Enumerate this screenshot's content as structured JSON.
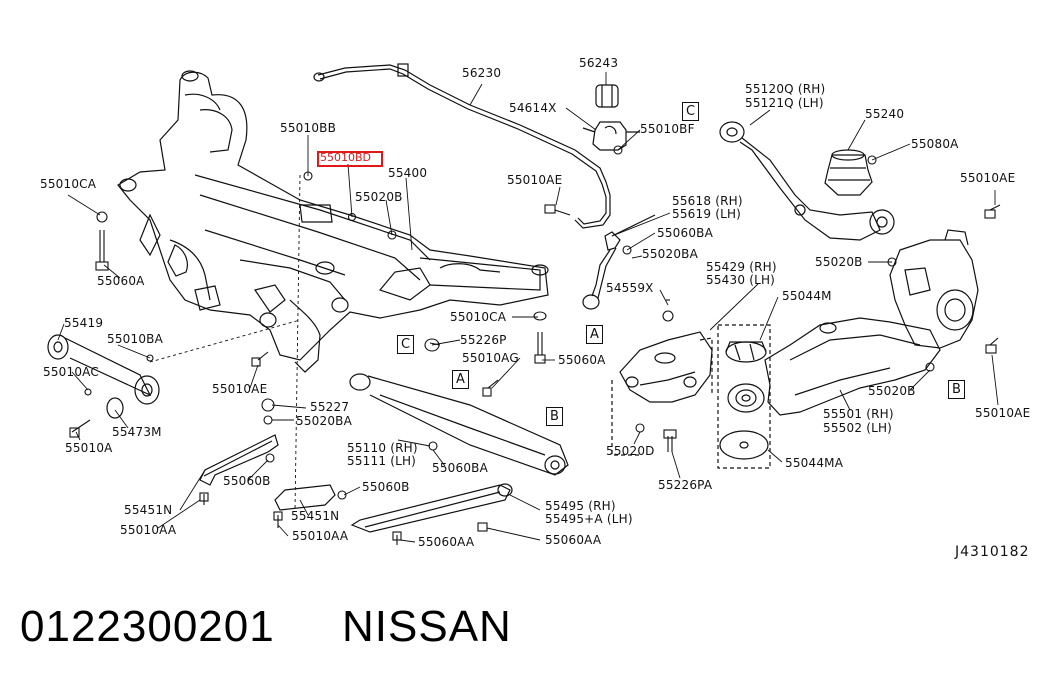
{
  "diagram": {
    "highlighted_label": "55010BD",
    "labels": {
      "p56230": "56230",
      "p56243": "56243",
      "p54614x": "54614X",
      "p55010bf": "55010BF",
      "p55010bb": "55010BB",
      "p55400": "55400",
      "p55020b_a": "55020B",
      "p55010ca": "55010CA",
      "p55010ae_top": "55010AE",
      "p55618": "55618 (RH)",
      "p55619": "55619 (LH)",
      "p55060ba_a": "55060BA",
      "p55020ba_a": "55020BA",
      "p54559x": "54559X",
      "p55120q": "55120Q (RH)",
      "p55121q": "55121Q (LH)",
      "p55240": "55240",
      "p55080a": "55080A",
      "p55010ae_r": "55010AE",
      "p55429": "55429 (RH)",
      "p55430": "55430 (LH)",
      "p55044m": "55044M",
      "p55020b_r": "55020B",
      "p55060a_l": "55060A",
      "p55419": "55419",
      "p55010ba": "55010BA",
      "p55010ac": "55010AC",
      "p55010a": "55010A",
      "p55473m": "55473M",
      "p55010ca_m": "55010CA",
      "p55226p": "55226P",
      "p55010ag": "55010AG",
      "p55060a_m": "55060A",
      "p55010ae_m": "55010AE",
      "p55227": "55227",
      "p55020ba_b": "55020BA",
      "p55110": "55110 (RH)",
      "p55111": "55111 (LH)",
      "p55060ba_b": "55060BA",
      "p55020d": "55020D",
      "p55226pa": "55226PA",
      "p55020b_rr": "55020B",
      "p55501": "55501 (RH)",
      "p55502": "55502 (LH)",
      "p55010ae_rr": "55010AE",
      "p55044ma": "55044MA",
      "p55451n_a": "55451N",
      "p55060b_a": "55060B",
      "p55010aa_a": "55010AA",
      "p55451n_b": "55451N",
      "p55060b_b": "55060B",
      "p55010aa_b": "55010AA",
      "p55495": "55495 (RH)",
      "p55495a": "55495+A (LH)",
      "p55060aa_a": "55060AA",
      "p55060aa_b": "55060AA"
    },
    "callouts": {
      "c1": "C",
      "c2": "C",
      "a1": "A",
      "a2": "A",
      "b1": "B",
      "b2": "B"
    },
    "drawing_code": "J4310182"
  },
  "footer": {
    "part_number": "0122300201",
    "brand": "NISSAN"
  }
}
